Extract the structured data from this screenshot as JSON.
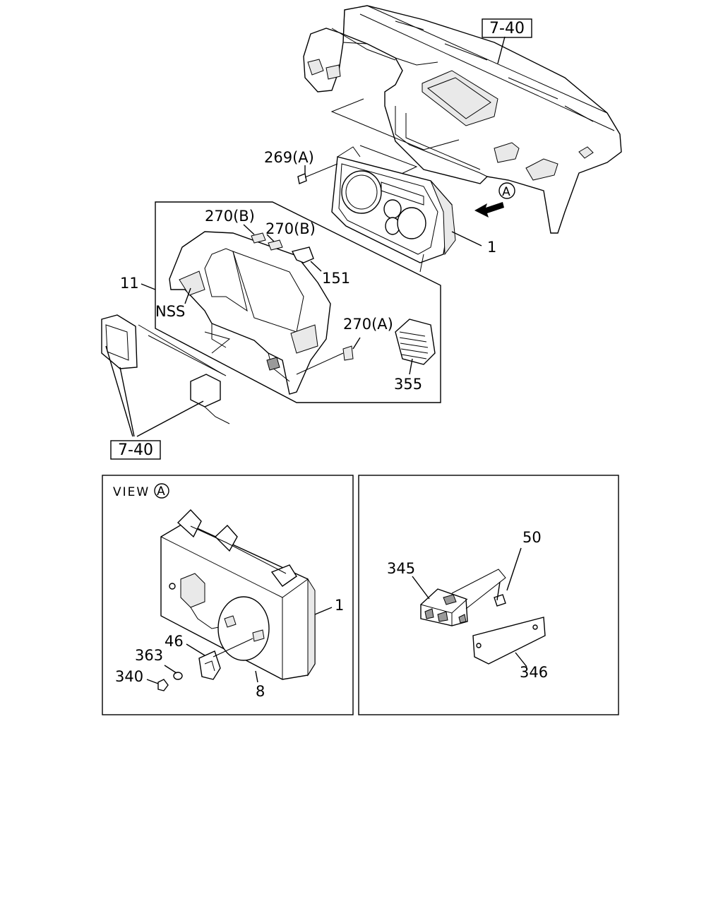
{
  "references": {
    "top_ref": "7-40",
    "bottom_ref": "7-40"
  },
  "view_label": {
    "text": "VIEW",
    "marker": "A"
  },
  "parts": {
    "p269a": "269(A)",
    "p270b_1": "270(B)",
    "p270b_2": "270(B)",
    "p11": "11",
    "p151": "151",
    "p1_main": "1",
    "nss": "NSS",
    "p270a": "270(A)",
    "p355": "355",
    "arrow_marker": "A",
    "p46": "46",
    "p363": "363",
    "p340": "340",
    "p8": "8",
    "p1_view": "1",
    "p50": "50",
    "p345": "345",
    "p346": "346"
  }
}
